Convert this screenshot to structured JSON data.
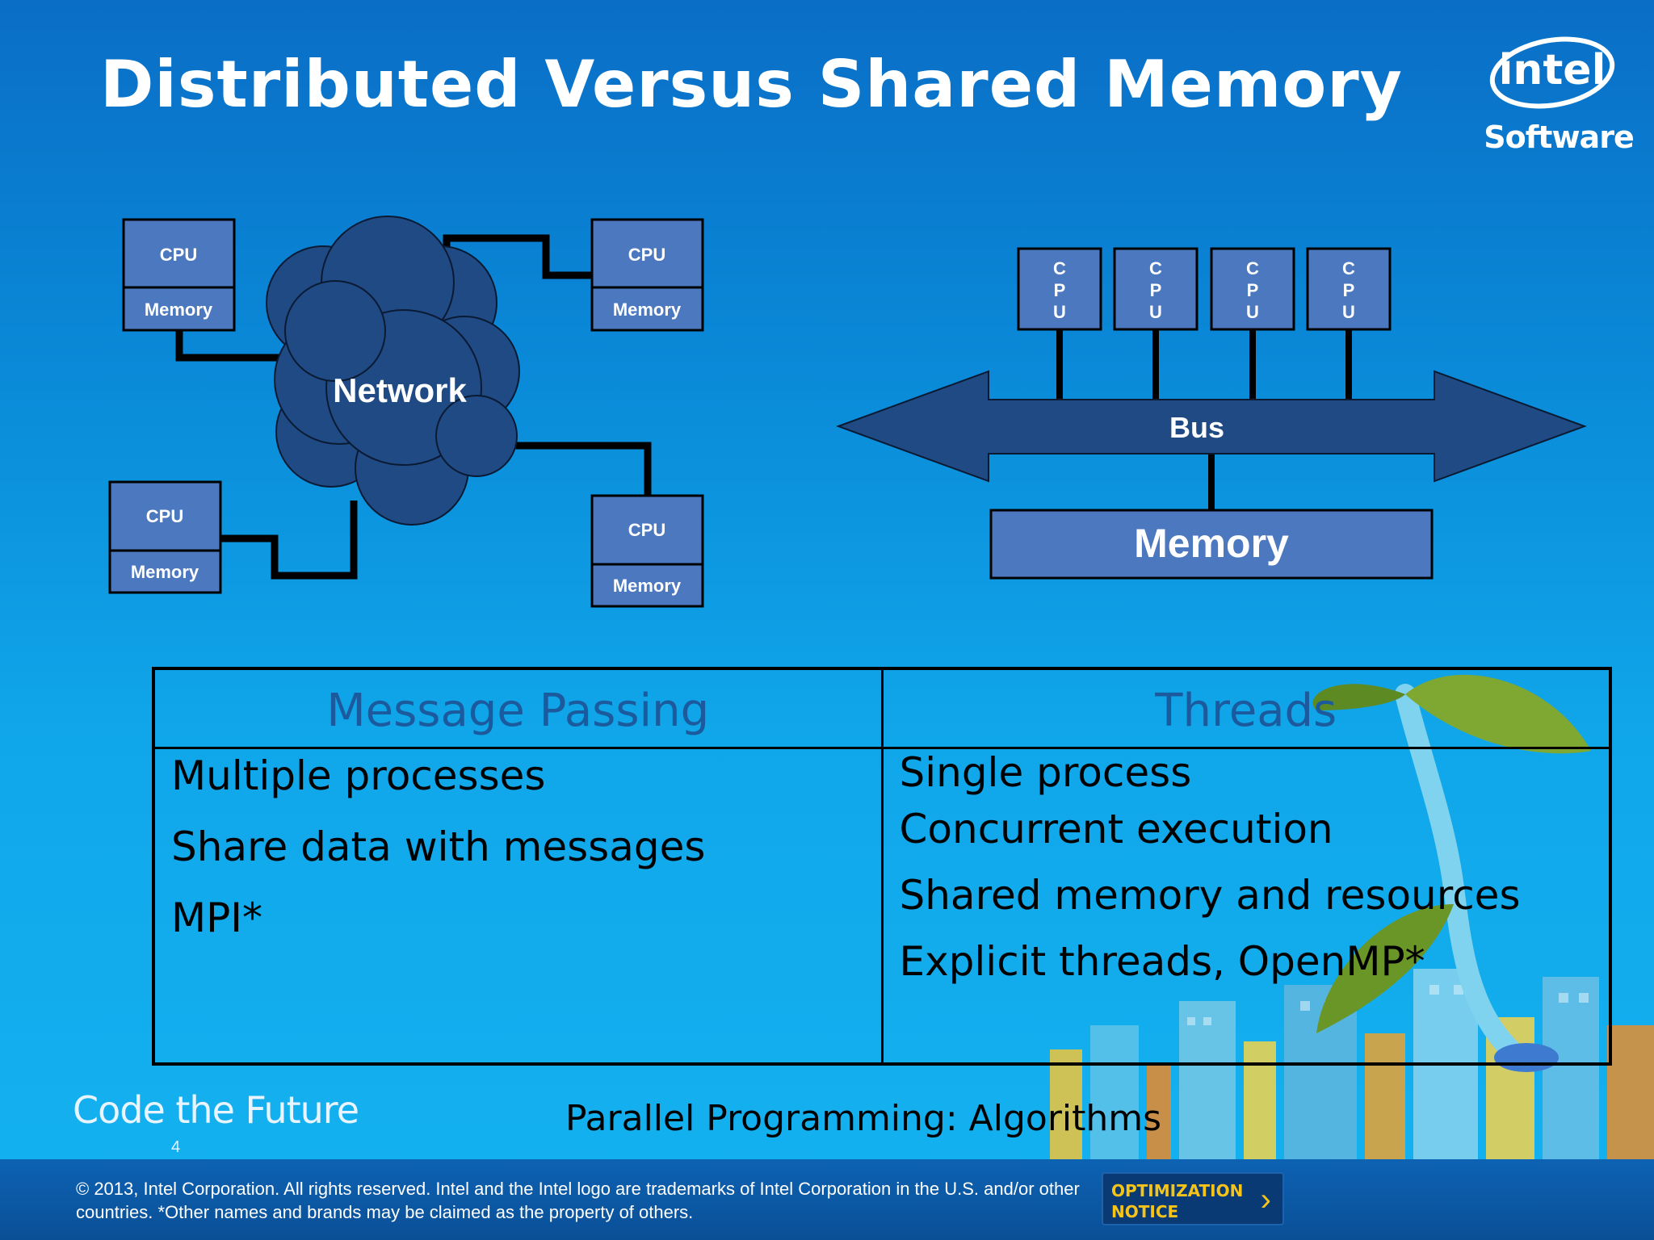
{
  "slide": {
    "title": "Distributed Versus Shared Memory",
    "page_number": "4",
    "footer_title": "Parallel Programming: Algorithms"
  },
  "brand": {
    "logo_word": "intel",
    "logo_sub": "Software",
    "tagline": "Code the Future"
  },
  "distributed_diagram": {
    "network_label": "Network",
    "nodes": [
      {
        "cpu": "CPU",
        "memory": "Memory"
      },
      {
        "cpu": "CPU",
        "memory": "Memory"
      },
      {
        "cpu": "CPU",
        "memory": "Memory"
      },
      {
        "cpu": "CPU",
        "memory": "Memory"
      }
    ]
  },
  "shared_diagram": {
    "cpu_letters": [
      "C",
      "P",
      "U"
    ],
    "bus_label": "Bus",
    "memory_label": "Memory"
  },
  "comparison": {
    "left": {
      "header": "Message Passing",
      "items": [
        "Multiple processes",
        "Share data with messages",
        "MPI*"
      ]
    },
    "right": {
      "header": "Threads",
      "items": [
        "Single process",
        "Concurrent execution",
        "Shared memory and resources",
        "Explicit threads, OpenMP*"
      ]
    }
  },
  "legal": {
    "copyright": "© 2013, Intel Corporation. All rights reserved. Intel and the Intel logo are trademarks of Intel Corporation in the U.S. and/or other countries. *Other names and brands may be claimed as the property of others."
  },
  "optimization_notice": {
    "line1": "OPTIMIZATION",
    "line2": "NOTICE"
  },
  "colors": {
    "box_fill": "#4b78be",
    "cloud_fill": "#1f4a84",
    "header_text": "#1c5a9e",
    "notice_text": "#f6c419"
  }
}
